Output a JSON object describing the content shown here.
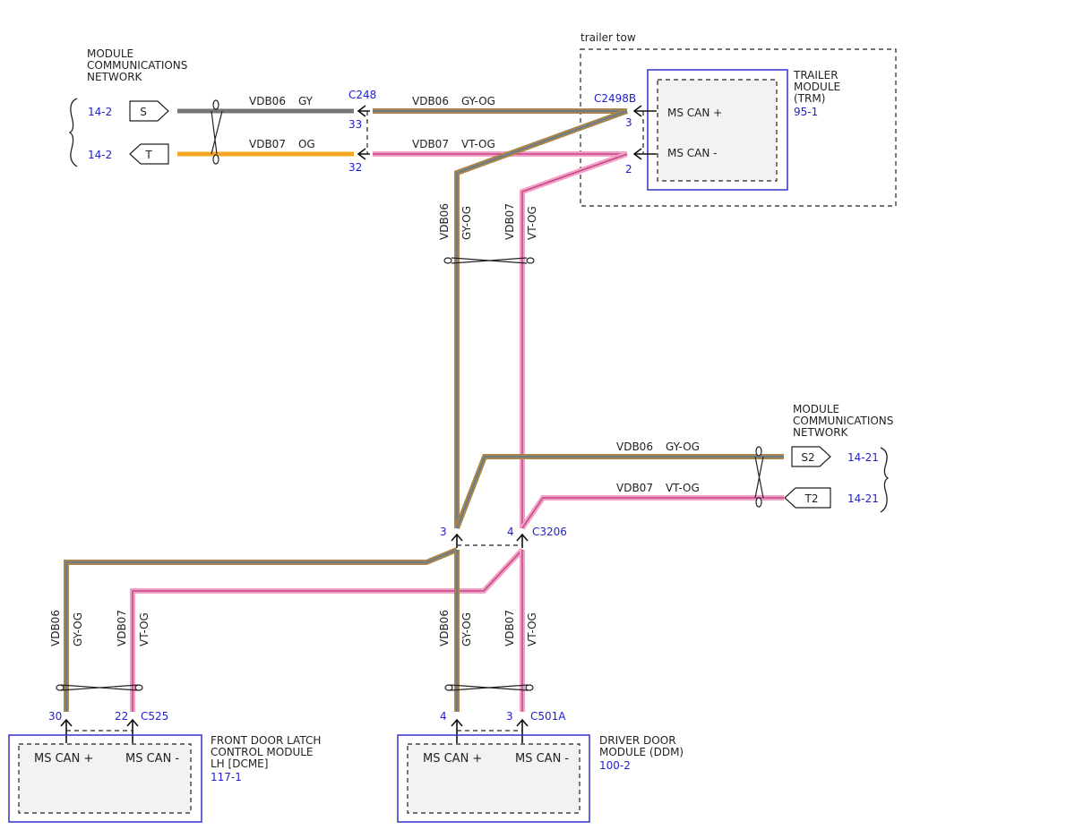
{
  "colors": {
    "gy": "#757575",
    "og": "#f5a623",
    "gy_og_base": "#a8854a",
    "gy_og_stripe": "#5a7aa0",
    "vt_og_base": "#f4a0c4",
    "vt_og_stripe": "#c0488a",
    "module_border": "#3333cc",
    "ref_text": "#1f1fd0"
  },
  "labels": {
    "mcn_top": [
      "MODULE",
      "COMMUNICATIONS",
      "NETWORK"
    ],
    "mcn_mid": [
      "MODULE",
      "COMMUNICATIONS",
      "NETWORK"
    ],
    "trailer_tow": "trailer tow",
    "ref_s": "14-2",
    "ref_t": "14-2",
    "ref_s2": "14-21",
    "ref_t2": "14-21",
    "sym_s": "S",
    "sym_t": "T",
    "sym_s2": "S2",
    "sym_t2": "T2"
  },
  "connectors": {
    "c248": "C248",
    "c248_pin_a": "33",
    "c248_pin_b": "32",
    "c2498b": "C2498B",
    "c2498b_pin_a": "3",
    "c2498b_pin_b": "2",
    "c3206": "C3206",
    "c3206_pin_a": "3",
    "c3206_pin_b": "4",
    "c525": "C525",
    "c525_pin_a": "30",
    "c525_pin_b": "22",
    "c501a": "C501A",
    "c501a_pin_a": "4",
    "c501a_pin_b": "3"
  },
  "wires": {
    "top_gy_circuit": "VDB06",
    "top_gy_color": "GY",
    "top_og_circuit": "VDB07",
    "top_og_color": "OG",
    "top_gyog_circuit": "VDB06",
    "top_gyog_color": "GY-OG",
    "top_vtog_circuit": "VDB07",
    "top_vtog_color": "VT-OG",
    "vert_gyog": "VDB06",
    "vert_gyog_color": "GY-OG",
    "vert_vtog": "VDB07",
    "vert_vtog_color": "VT-OG",
    "mid_gyog_circuit": "VDB06",
    "mid_gyog_color": "GY-OG",
    "mid_vtog_circuit": "VDB07",
    "mid_vtog_color": "VT-OG",
    "dcme_gyog": "VDB06",
    "dcme_gyog_color": "GY-OG",
    "dcme_vtog": "VDB07",
    "dcme_vtog_color": "VT-OG",
    "ddm_gyog": "VDB06",
    "ddm_gyog_color": "GY-OG",
    "ddm_vtog": "VDB07",
    "ddm_vtog_color": "VT-OG"
  },
  "modules": {
    "trm": {
      "name": [
        "TRAILER",
        "MODULE",
        "(TRM)"
      ],
      "ref": "95-1",
      "pin_plus": "MS CAN +",
      "pin_minus": "MS CAN -"
    },
    "dcme": {
      "name": [
        "FRONT DOOR LATCH",
        "CONTROL MODULE",
        "LH [DCME]"
      ],
      "ref": "117-1",
      "pin_plus": "MS CAN +",
      "pin_minus": "MS CAN -"
    },
    "ddm": {
      "name": [
        "DRIVER DOOR",
        "MODULE (DDM)"
      ],
      "ref": "100-2",
      "pin_plus": "MS CAN +",
      "pin_minus": "MS CAN -"
    }
  }
}
